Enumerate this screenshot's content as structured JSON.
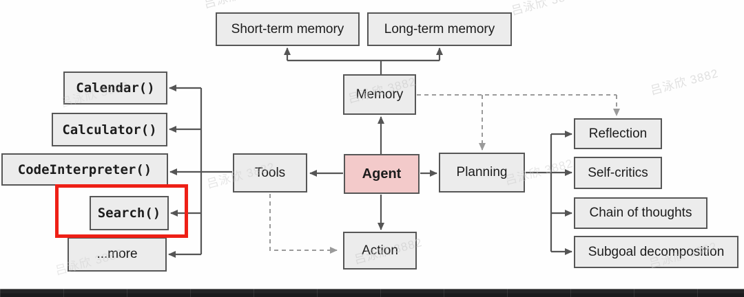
{
  "diagram": {
    "agent": {
      "label": "Agent"
    },
    "memory": {
      "label": "Memory"
    },
    "short_term": {
      "label": "Short-term memory"
    },
    "long_term": {
      "label": "Long-term memory"
    },
    "tools": {
      "label": "Tools"
    },
    "action": {
      "label": "Action"
    },
    "planning": {
      "label": "Planning"
    },
    "tool_items": [
      {
        "label": "Calendar()"
      },
      {
        "label": "Calculator()"
      },
      {
        "label": "CodeInterpreter()"
      },
      {
        "label": "Search()"
      },
      {
        "label": "...more"
      }
    ],
    "planning_items": [
      {
        "label": "Reflection"
      },
      {
        "label": "Self-critics"
      },
      {
        "label": "Chain of thoughts"
      },
      {
        "label": "Subgoal decomposition"
      }
    ],
    "highlight": {
      "target": "Search()",
      "shape": "red-rectangle"
    }
  },
  "watermark": {
    "text": "吕泳欣 3882"
  },
  "colors": {
    "node-fill": "#ececec",
    "node-border": "#565656",
    "agent-fill": "#f3caca",
    "arrow": "#555555",
    "dashed-arrow": "#9a9a9a",
    "highlight-red": "#ee2016",
    "text": "#1c1c1c",
    "watermark": "#c9c9c9"
  }
}
